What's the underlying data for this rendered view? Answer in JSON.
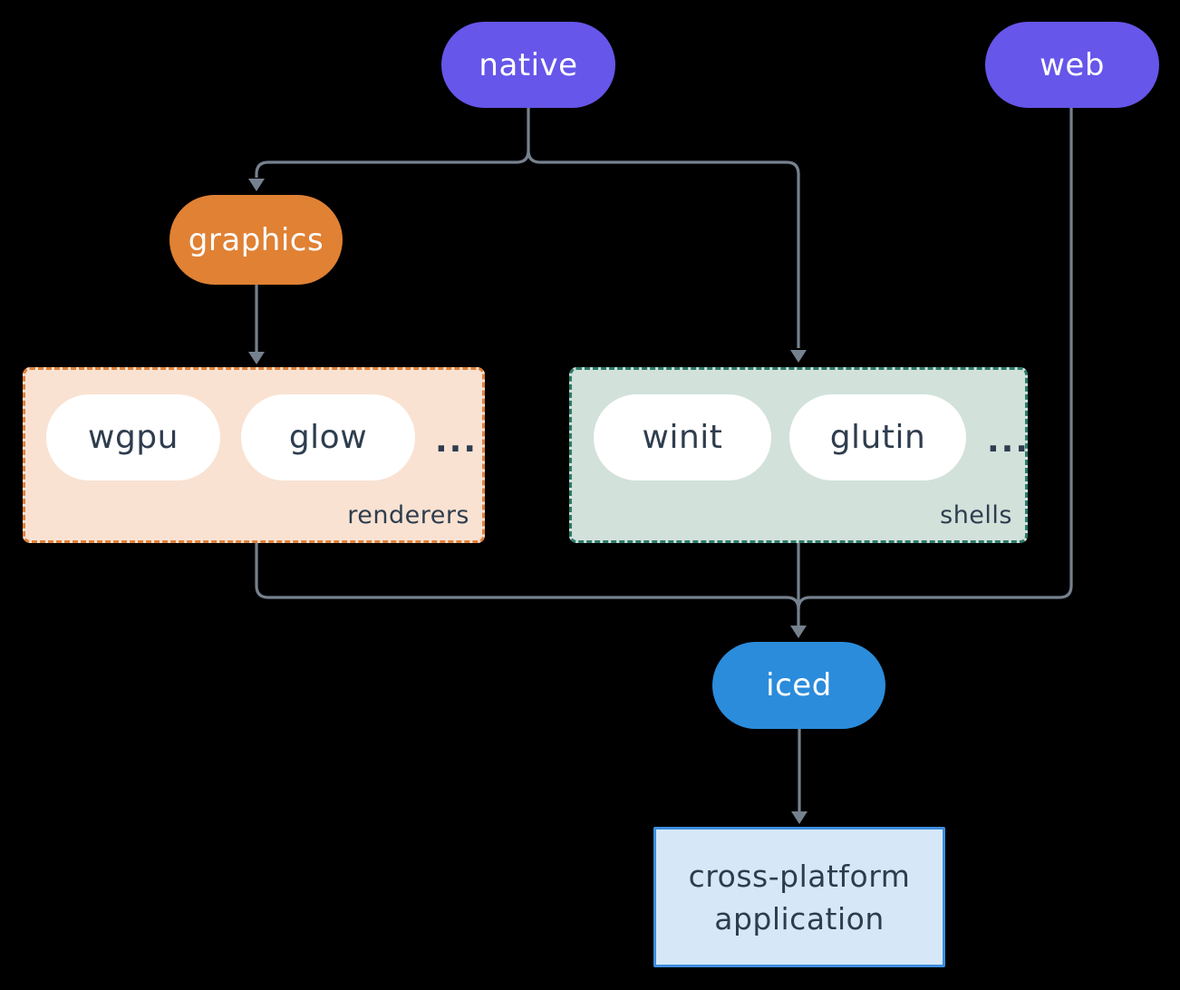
{
  "canvas": {
    "background": "#000000",
    "connector_color": "#76818e"
  },
  "colors": {
    "platform_pill": "#6656e9",
    "graphics_pill": "#e08134",
    "iced_pill": "#2b8cdb",
    "item_pill": "#ffffff",
    "dark_text": "#2e3d4e",
    "renderers_fill": "#f9e2d2",
    "renderers_border": "#e0813a",
    "shells_fill": "#d2e1da",
    "shells_border": "#2c7a6b",
    "app_fill": "#d6e8f8",
    "app_border": "#3e8edd"
  },
  "nodes": {
    "native": {
      "label": "native"
    },
    "web": {
      "label": "web"
    },
    "graphics": {
      "label": "graphics"
    },
    "iced": {
      "label": "iced"
    },
    "app": {
      "line1": "cross-platform",
      "line2": "application"
    }
  },
  "groups": {
    "renderers": {
      "label": "renderers",
      "items": [
        "wgpu",
        "glow"
      ],
      "ellipsis": "..."
    },
    "shells": {
      "label": "shells",
      "items": [
        "winit",
        "glutin"
      ],
      "ellipsis": "..."
    }
  }
}
